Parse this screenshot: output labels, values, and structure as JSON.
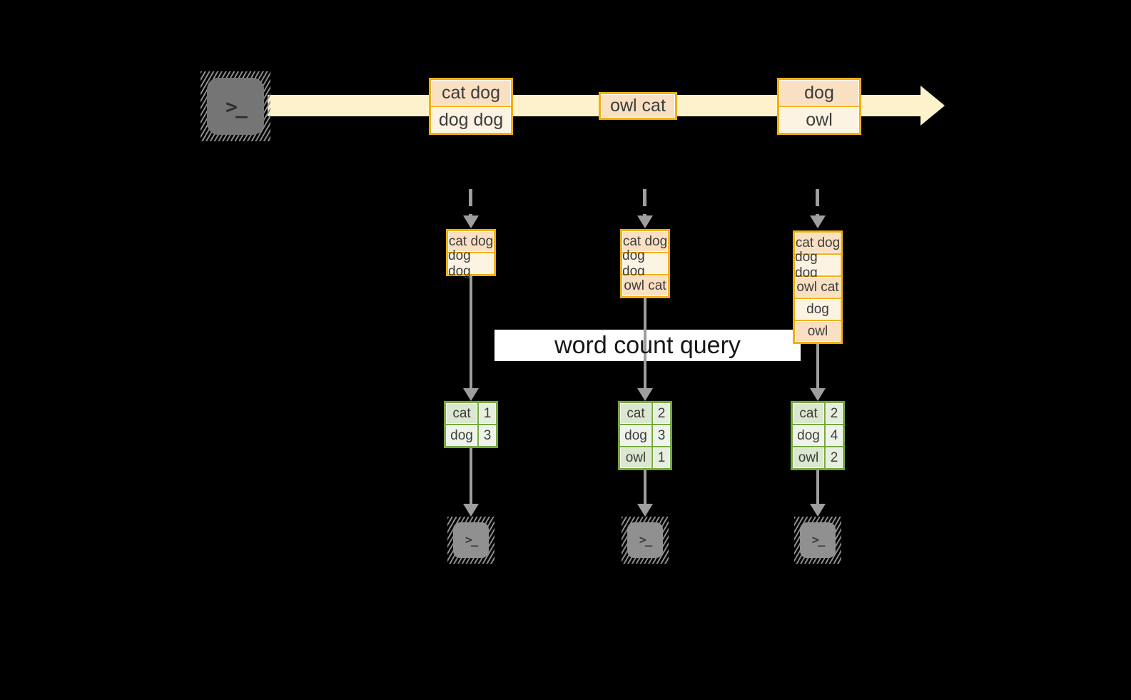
{
  "query_label": "word count query",
  "icons": {
    "terminal_glyph": ">_"
  },
  "stream": {
    "messages": [
      {
        "lines": [
          "cat dog",
          "dog dog"
        ]
      },
      {
        "lines": [
          "owl cat"
        ]
      },
      {
        "lines": [
          "dog",
          "owl"
        ]
      }
    ]
  },
  "columns": [
    {
      "buffer": [
        "cat dog",
        "dog dog"
      ],
      "counts": [
        {
          "word": "cat",
          "value": "1"
        },
        {
          "word": "dog",
          "value": "3"
        }
      ]
    },
    {
      "buffer": [
        "cat dog",
        "dog dog",
        "owl cat"
      ],
      "counts": [
        {
          "word": "cat",
          "value": "2"
        },
        {
          "word": "dog",
          "value": "3"
        },
        {
          "word": "owl",
          "value": "1"
        }
      ]
    },
    {
      "buffer": [
        "cat dog",
        "dog dog",
        "owl cat",
        "dog",
        "owl"
      ],
      "counts": [
        {
          "word": "cat",
          "value": "2"
        },
        {
          "word": "dog",
          "value": "4"
        },
        {
          "word": "owl",
          "value": "2"
        }
      ]
    }
  ],
  "colors": {
    "background": "#000000",
    "gold_border": "#f0b011",
    "peach_fill": "#fae0c3",
    "cream_fill": "#fdf3e3",
    "stream_fill": "#fdf2cc",
    "green_border": "#74a940",
    "green_cell_dark": "#dbe7cf",
    "green_cell_light": "#eff4ea",
    "arrow_gray": "#9e9e9e",
    "terminal_gray": "#757575",
    "label_background": "#ffffff"
  }
}
